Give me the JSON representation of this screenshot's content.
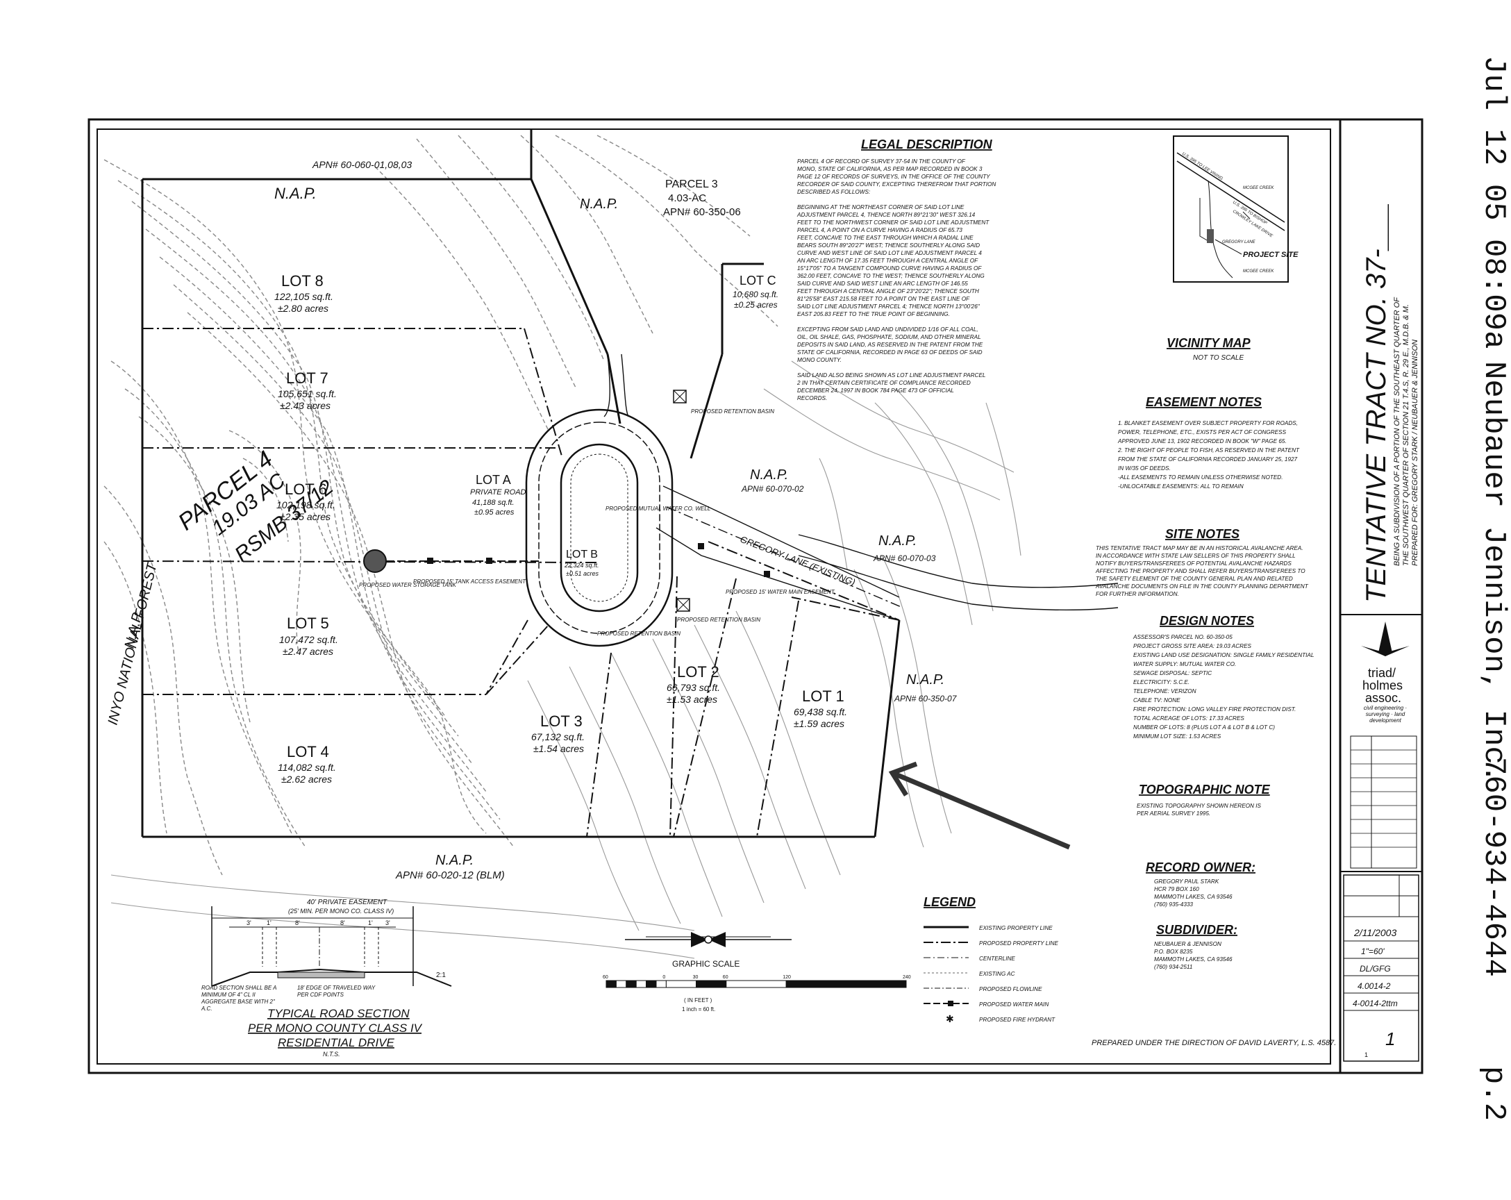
{
  "fax_header": {
    "timestamp": "Jul 12 05 08:09a",
    "sender": "Neubauer Jennison, Inc.",
    "phone": "760-934-4644",
    "page": "p.2"
  },
  "title_block": {
    "title": "TENTATIVE TRACT NO. 37-___",
    "subtitle_1": "BEING A SUBDIVISION OF A PORTION OF THE SOUTHEAST QUARTER OF",
    "subtitle_2": "THE SOUTHWEST QUARTER OF SECTION 21 T.4.S, R. 29 E., M.D.B. & M.",
    "prepared_for": "PREPARED FOR: GREGORY STARK / NEUBAUER & JENNISON",
    "firm_line1": "triad/",
    "firm_line2": "holmes",
    "firm_line3": "assoc.",
    "firm_tagline": "civil engineering · surveying · land development",
    "date": "2/11/2003",
    "scale": "1\"=60'",
    "drawn": "DL/GFG",
    "job_no": "4.0014-2",
    "file": "4-0014-2ttm",
    "sheet_no": "1",
    "sheet_of": "1"
  },
  "lots": [
    {
      "name": "LOT 8",
      "sqft": "122,105 sq.ft.",
      "acres": "±2.80 acres"
    },
    {
      "name": "LOT 7",
      "sqft": "105,651 sq.ft.",
      "acres": "±2.43 acres"
    },
    {
      "name": "LOT 6",
      "sqft": "102,198 sq.ft.",
      "acres": "±2.35 acres"
    },
    {
      "name": "LOT 5",
      "sqft": "107,472 sq.ft.",
      "acres": "±2.47 acres"
    },
    {
      "name": "LOT 4",
      "sqft": "114,082 sq.ft.",
      "acres": "±2.62 acres"
    },
    {
      "name": "LOT 3",
      "sqft": "67,132 sq.ft.",
      "acres": "±1.54 acres"
    },
    {
      "name": "LOT 2",
      "sqft": "66,793 sq.ft.",
      "acres": "±1.53 acres"
    },
    {
      "name": "LOT 1",
      "sqft": "69,438 sq.ft.",
      "acres": "±1.59 acres"
    },
    {
      "name": "LOT C",
      "sqft": "10,680 sq.ft.",
      "acres": "±0.25 acres"
    },
    {
      "name": "LOT A",
      "sqft": "41,188 sq.ft.",
      "acres": "±0.95 acres",
      "note": "PRIVATE ROAD"
    },
    {
      "name": "LOT B",
      "sqft": "22,324 sq.ft.",
      "acres": "±0.51 acres"
    }
  ],
  "map_labels": {
    "parcel": "PARCEL 4",
    "parcel_ac": "19.03 AC",
    "parcel_rsmb": "RSMB 37/12",
    "forest": "INYO NATIONAL FOREST",
    "nap": "N.A.P.",
    "apn_top": "APN# 60-060-01,08,03",
    "parcel3": "PARCEL 3",
    "parcel3_ac": "4.03-AC",
    "apn_parcel3": "APN# 60-350-06",
    "apn_east": "APN# 60-070-02",
    "apn_east2": "APN# 60-070-03",
    "apn_se": "APN# 60-350-07",
    "apn_bottom": "APN# 60-020-12 (BLM)",
    "road": "GREGORY LANE (EXISTING)",
    "well": "PROPOSED MUTUAL WATER CO. WELL",
    "tank": "PROPOSED WATER STORAGE TANK",
    "tank_easement": "PROPOSED 15' TANK ACCESS EASEMENT",
    "water_easement": "PROPOSED 15' WATER MAIN EASEMENT",
    "basin1": "PROPOSED RETENTION BASIN",
    "basin2": "PROPOSED RETENTION BASIN",
    "basin3": "PROPOSED RETENTION BASIN"
  },
  "legal": {
    "heading": "LEGAL DESCRIPTION",
    "lines": [
      "PARCEL 4 OF RECORD OF SURVEY 37-54 IN THE COUNTY OF",
      "MONO, STATE OF CALIFORNIA, AS PER MAP RECORDED IN BOOK 3",
      "PAGE 12 OF RECORDS OF SURVEYS, IN THE OFFICE OF THE COUNTY",
      "RECORDER OF SAID COUNTY, EXCEPTING THEREFROM THAT PORTION",
      "DESCRIBED AS FOLLOWS:",
      "",
      "BEGINNING AT THE NORTHEAST CORNER OF SAID LOT LINE",
      "ADJUSTMENT PARCEL 4, THENCE NORTH 89°21'30\" WEST 326.14",
      "FEET TO THE NORTHWEST CORNER OF SAID LOT LINE ADJUSTMENT",
      "PARCEL 4, A POINT ON A CURVE HAVING A RADIUS OF 65.73",
      "FEET, CONCAVE TO THE EAST THROUGH WHICH A RADIAL LINE",
      "BEARS SOUTH 89°20'27\" WEST; THENCE SOUTHERLY ALONG SAID",
      "CURVE AND WEST LINE OF SAID LOT LINE ADJUSTMENT PARCEL 4",
      "AN ARC LENGTH OF 17.35 FEET THROUGH A CENTRAL ANGLE OF",
      "15°17'05\" TO A TANGENT COMPOUND CURVE HAVING A RADIUS OF",
      "362.00 FEET, CONCAVE TO THE WEST; THENCE SOUTHERLY ALONG",
      "SAID CURVE AND SAID WEST LINE AN ARC LENGTH OF 146.55",
      "FEET THROUGH A CENTRAL ANGLE OF 23°20'22\"; THENCE SOUTH",
      "81°25'58\" EAST 215.58 FEET TO A POINT ON THE EAST LINE OF",
      "SAID LOT LINE ADJUSTMENT PARCEL 4; THENCE NORTH 13°00'26\"",
      "EAST 205.83 FEET TO THE TRUE POINT OF BEGINNING.",
      "",
      "EXCEPTING FROM SAID LAND AND UNDIVIDED 1/16 OF ALL COAL,",
      "OIL, OIL SHALE, GAS, PHOSPHATE, SODIUM, AND OTHER MINERAL",
      "DEPOSITS IN SAID LAND, AS RESERVED IN THE PATENT FROM THE",
      "STATE OF CALIFORNIA, RECORDED IN PAGE 63 OF DEEDS OF SAID",
      "MONO COUNTY.",
      "",
      "SAID LAND ALSO BEING SHOWN AS LOT LINE ADJUSTMENT PARCEL",
      "2 IN THAT CERTAIN CERTIFICATE OF COMPLIANCE RECORDED",
      "DECEMBER 24, 1997 IN BOOK 784 PAGE 473 OF OFFICIAL",
      "RECORDS."
    ]
  },
  "vicinity": {
    "heading": "VICINITY MAP",
    "sub": "NOT TO SCALE",
    "project": "PROJECT SITE",
    "road1": "U.S. 395 TO LEE VINING",
    "road2": "U.S. 395 TO BISHOP",
    "creek1": "MCGEE CREEK",
    "creek2": "MCGEE CREEK",
    "lane": "GREGORY LANE",
    "road3": "CROWLEY LAKE DRIVE"
  },
  "easement": {
    "heading": "EASEMENT NOTES",
    "lines": [
      "1. BLANKET EASEMENT OVER SUBJECT PROPERTY FOR ROADS,",
      "   POWER, TELEPHONE, ETC., EXISTS PER ACT OF CONGRESS",
      "   APPROVED JUNE 13, 1902 RECORDED IN BOOK \"W\" PAGE 65.",
      "2. THE RIGHT OF PEOPLE TO FISH, AS RESERVED IN THE PATENT",
      "   FROM THE STATE OF CALIFORNIA RECORDED JANUARY 25, 1927",
      "   IN W/35 OF DEEDS.",
      "-ALL EASEMENTS TO REMAIN UNLESS OTHERWISE NOTED.",
      "-UNLOCATABLE EASEMENTS: ALL TO REMAIN"
    ]
  },
  "site": {
    "heading": "SITE NOTES",
    "lines": [
      "THIS TENTATIVE TRACT MAP MAY BE IN AN HISTORICAL AVALANCHE AREA.",
      "IN ACCORDANCE WITH STATE LAW SELLERS OF THIS PROPERTY SHALL",
      "NOTIFY BUYERS/TRANSFEREES OF POTENTIAL AVALANCHE HAZARDS",
      "AFFECTING THE PROPERTY AND SHALL REFER BUYERS/TRANSFEREES TO",
      "THE SAFETY ELEMENT OF THE COUNTY GENERAL PLAN AND RELATED",
      "AVALANCHE DOCUMENTS ON FILE IN THE COUNTY PLANNING DEPARTMENT",
      "FOR FURTHER INFORMATION."
    ]
  },
  "design": {
    "heading": "DESIGN NOTES",
    "lines": [
      "ASSESSOR'S PARCEL NO. 60-350-05",
      "PROJECT GROSS SITE AREA: 19.03 ACRES",
      "EXISTING LAND USE DESIGNATION:   SINGLE FAMILY RESIDENTIAL",
      "WATER SUPPLY: MUTUAL WATER CO.",
      "SEWAGE DISPOSAL: SEPTIC",
      "ELECTRICITY:   S.C.E.",
      "TELEPHONE:   VERIZON",
      "CABLE TV:   NONE",
      "FIRE PROTECTION:   LONG VALLEY FIRE PROTECTION DIST.",
      "TOTAL ACREAGE OF LOTS: 17.33 ACRES",
      "NUMBER OF LOTS:   8 (PLUS LOT A & LOT B & LOT C)",
      "MINIMUM LOT SIZE:   1.53 ACRES"
    ]
  },
  "topo": {
    "heading": "TOPOGRAPHIC NOTE",
    "lines": [
      "EXISTING TOPOGRAPHY SHOWN HEREON IS",
      "PER AERIAL SURVEY 1995."
    ]
  },
  "owner": {
    "heading": "RECORD OWNER:",
    "lines": [
      "GREGORY PAUL STARK",
      "HCR 79 BOX 160",
      "MAMMOTH LAKES, CA 93546",
      "(760) 935-4333"
    ]
  },
  "subdivider": {
    "heading": "SUBDIVIDER:",
    "lines": [
      "NEUBAUER & JENNISON",
      "P.O. BOX 8235",
      "MAMMOTH LAKES, CA 93546",
      "(760) 934-2511"
    ]
  },
  "legend": {
    "heading": "LEGEND",
    "items": [
      "EXISTING PROPERTY LINE",
      "PROPOSED PROPERTY LINE",
      "CENTERLINE",
      "EXISTING AC",
      "PROPOSED FLOWLINE",
      "PROPOSED WATER MAIN",
      "PROPOSED FIRE HYDRANT"
    ]
  },
  "road_section": {
    "easement": "40' PRIVATE EASEMENT",
    "easement_sub": "(25' MIN. PER MONO CO. CLASS IV)",
    "dims": [
      "3'",
      "1'",
      "8'",
      "8'",
      "1'",
      "3'"
    ],
    "slope": "2:1",
    "left_note": "ROAD SECTION SHALL BE A MINIMUM OF 4\" CL II AGGREGATE BASE WITH 2\" A.C.",
    "edge_note": "18' EDGE OF TRAVELED WAY PER CDF POINTS",
    "title1": "TYPICAL ROAD SECTION",
    "title2": "PER MONO COUNTY CLASS IV",
    "title3": "RESIDENTIAL DRIVE",
    "nts": "N.T.S."
  },
  "graphic_scale": {
    "label": "GRAPHIC SCALE",
    "ticks": [
      "60",
      "0",
      "30",
      "60",
      "120",
      "240"
    ],
    "unit": "( IN FEET )",
    "ratio": "1 inch = 60 ft."
  },
  "prepared_under": "PREPARED UNDER THE DIRECTION OF DAVID LAVERTY, L.S. 4587."
}
